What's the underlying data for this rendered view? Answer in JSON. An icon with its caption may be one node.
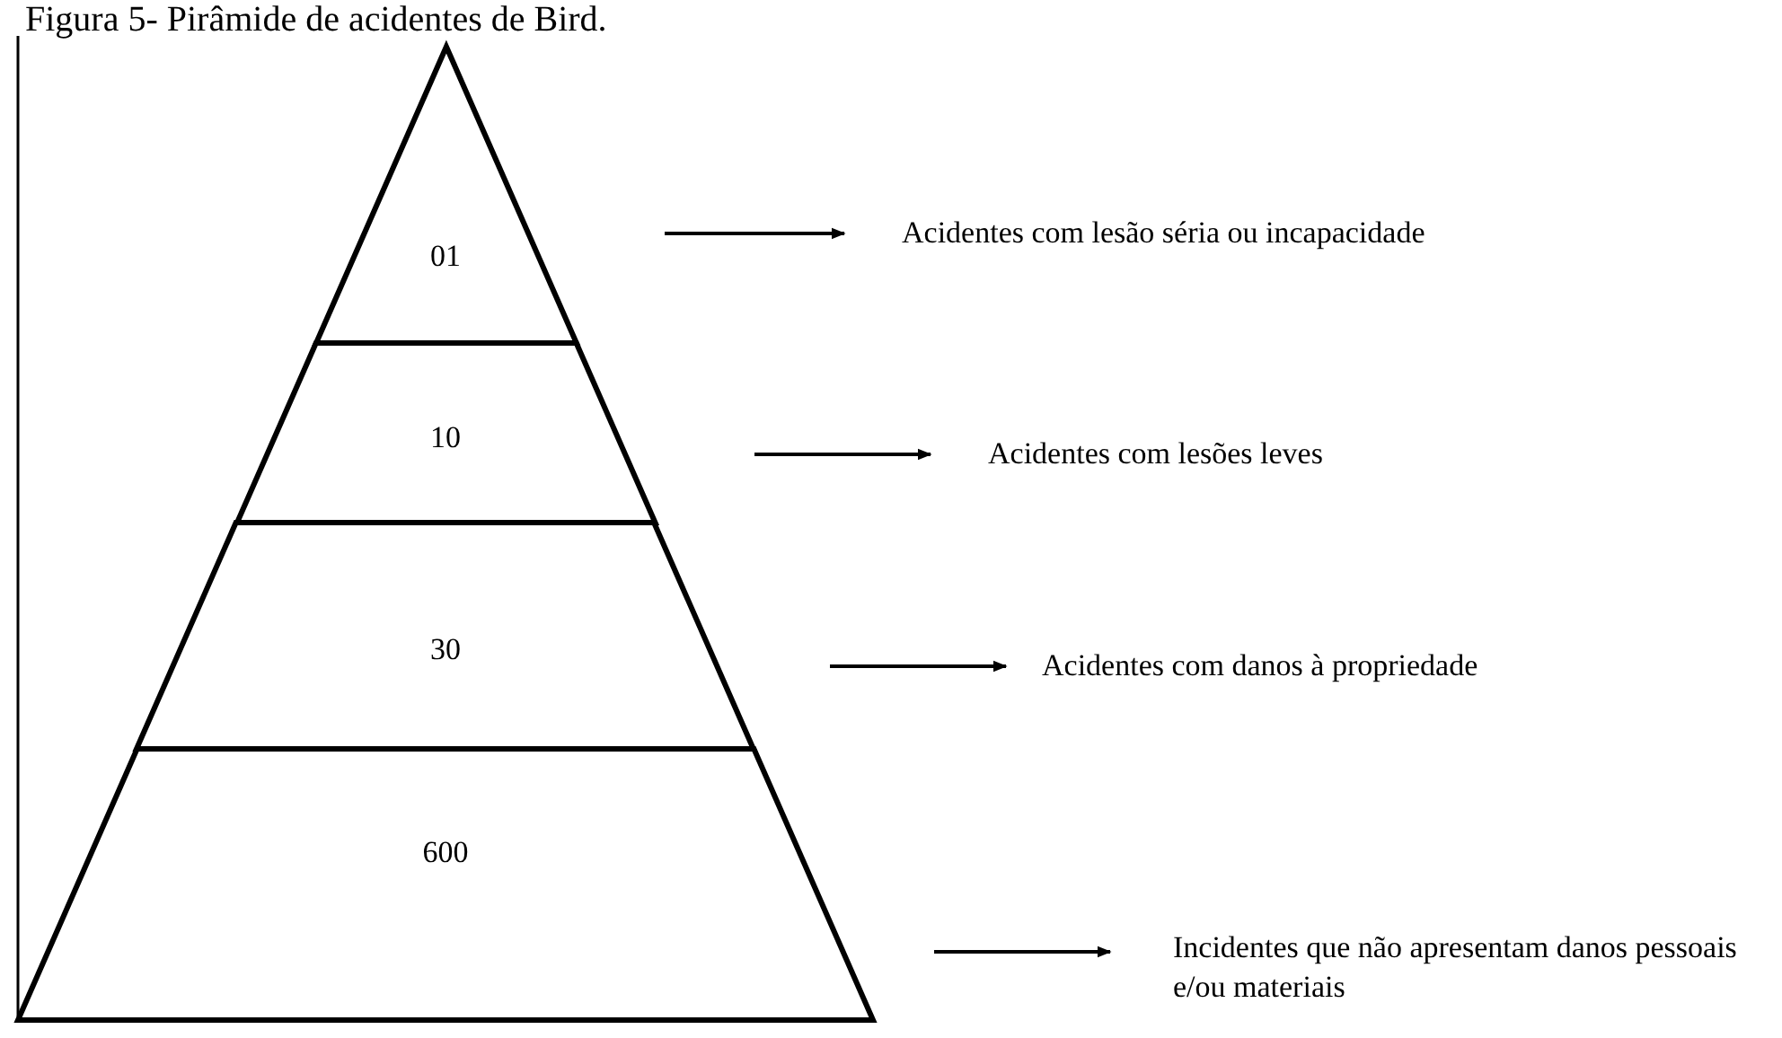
{
  "diagram": {
    "title": "Figura 5- Pirâmide de acidentes de Bird.",
    "nodes": [
      {
        "text": [
          "01"
        ]
      },
      {
        "text": [
          "10"
        ]
      },
      {
        "text": [
          "30"
        ]
      },
      {
        "text": [
          "600"
        ]
      },
      {
        "text": [
          "Acidentes com lesão séria ou incapacidade"
        ]
      },
      {
        "text": [
          "Acidentes com lesões leves"
        ]
      },
      {
        "text": [
          "Acidentes com danos à propriedade"
        ]
      },
      {
        "text": [
          "Incidentes que não apresentam danos pessoais e/ou materiais"
        ]
      }
    ],
    "edges": [
      {
        "from": null,
        "to": 4,
        "arrow": "to"
      },
      {
        "from": null,
        "to": 5,
        "arrow": "to"
      },
      {
        "from": null,
        "to": 6,
        "arrow": "to"
      },
      {
        "from": null,
        "to": 7,
        "arrow": "to"
      }
    ]
  }
}
